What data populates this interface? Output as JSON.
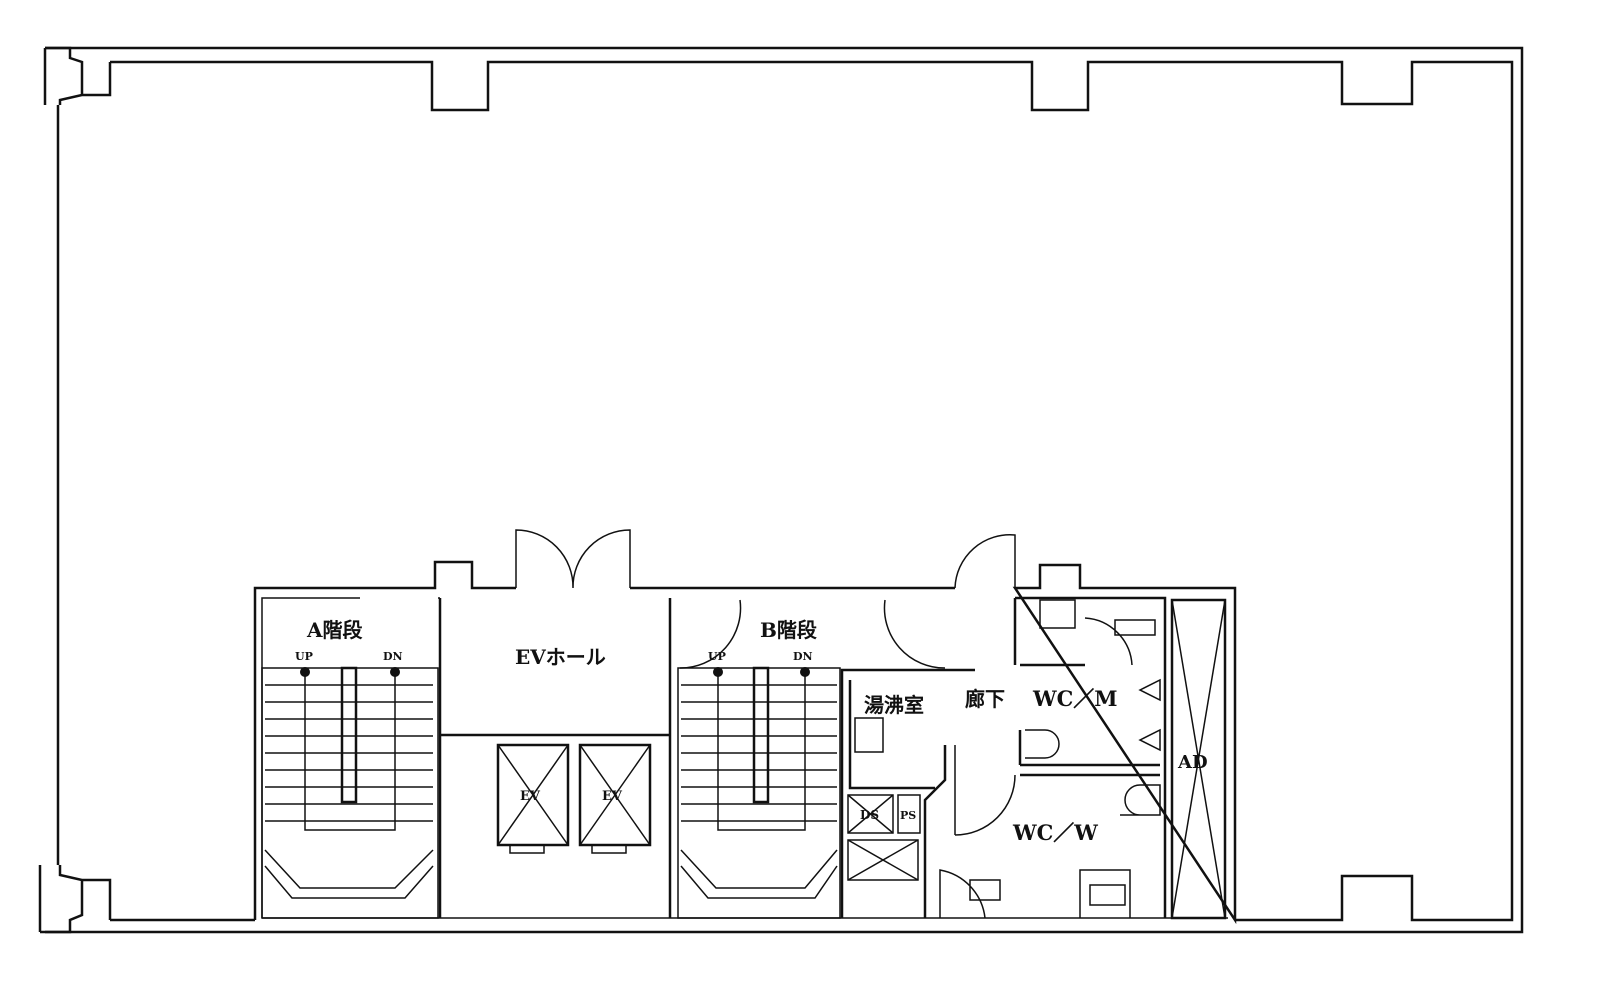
{
  "rooms": {
    "stair_a": "A階段",
    "stair_b": "B階段",
    "ev_hall": "EVホール",
    "kitchenette": "湯沸室",
    "corridor": "廊下",
    "wc_men": "WC／M",
    "wc_women": "WC／W",
    "air_duct": "AD",
    "elevator_1": "EV",
    "elevator_2": "EV",
    "duct_space": "DS",
    "pipe_space": "PS"
  },
  "stair_a_marks": {
    "up": "UP",
    "dn": "DN"
  },
  "stair_b_marks": {
    "up": "UP",
    "dn": "DN"
  }
}
